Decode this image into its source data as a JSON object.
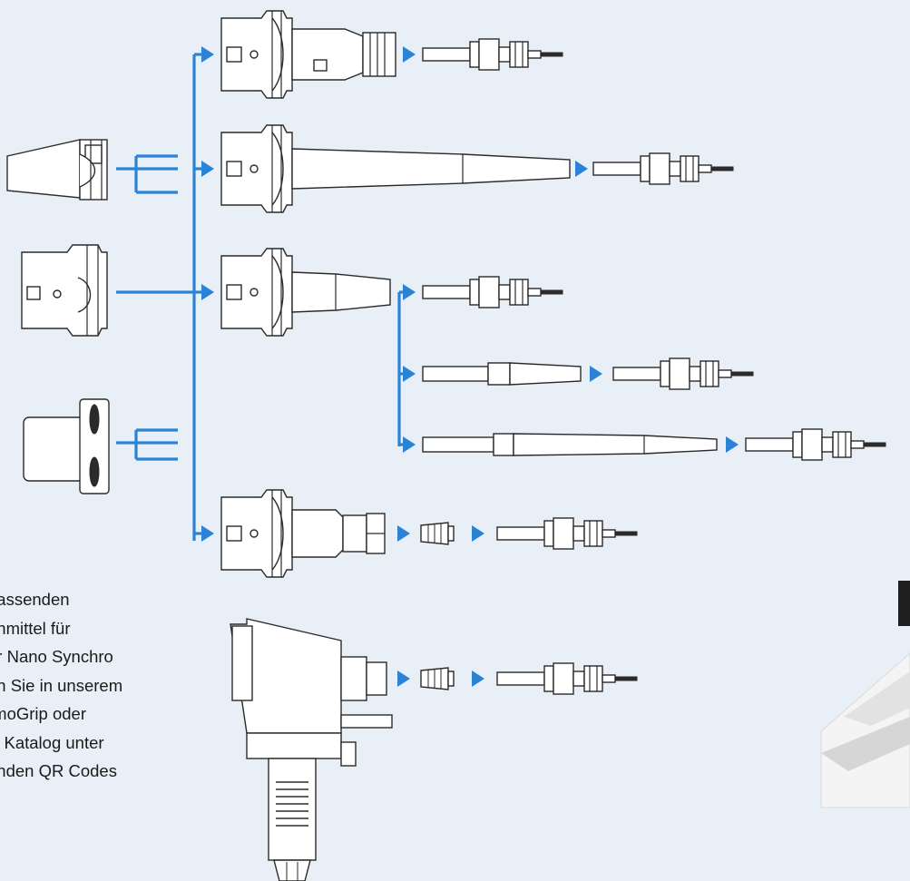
{
  "caption": {
    "lines": [
      "passenden",
      "nnmittel für",
      "er Nano Synchro",
      "en Sie in unserem",
      "rmoGrip oder",
      "C Katalog unter",
      "enden QR Codes"
    ]
  },
  "colors": {
    "background": "#e9eff6",
    "connector": "#2b83d6",
    "outline": "#2a2a2a",
    "part_fill": "#ffffff"
  },
  "icons": {
    "source_holders": [
      "sk-taper-holder-icon",
      "hsk-holder-icon",
      "capto-holder-icon"
    ],
    "target_holders": [
      "hsk-hydraulic-chuck-icon",
      "hsk-shrink-long-icon",
      "hsk-shrink-short-icon",
      "hsk-collet-chuck-icon",
      "angle-head-icon"
    ],
    "tools": [
      "end-mill-icon",
      "collet-icon",
      "extension-icon"
    ]
  }
}
